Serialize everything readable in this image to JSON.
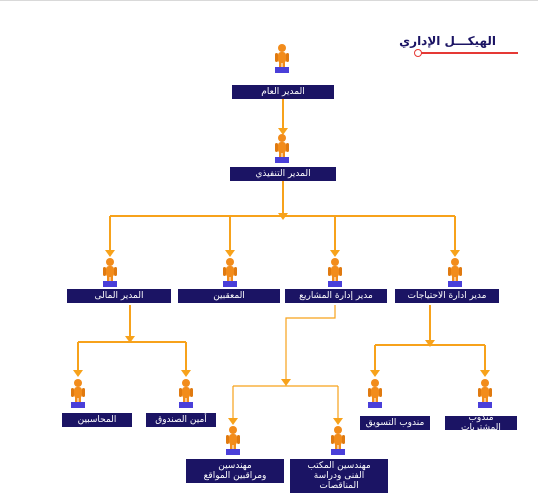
{
  "header": {
    "title": "الهيكـــل الإداري"
  },
  "boxes": {
    "general_manager": "المدير العام",
    "executive_manager": "المدير التنفيذي",
    "needs_manager": "مدير ادارة الاحتياجات",
    "projects_manager": "مدير إدارة المشاريع",
    "follow_up": "المعقبين",
    "finance_manager": "المدير المالى",
    "procurement_rep": "مندوب المشتريات",
    "marketing_rep": "مندوب التسويق",
    "office_engineers": "مهندسين المكتب\nالفنى ودراسة\nالمناقصات",
    "site_engineers": "مهندسين\nومراقبين المواقع",
    "cashier": "أمين الصندوق",
    "accountants": "المحاسبين"
  },
  "colors": {
    "box": "#1b1464",
    "connector": "#f7a21b",
    "person": "#f28c1b",
    "base": "#4a3fd9",
    "accent": "#e53935"
  },
  "icons": {
    "staff": "person-on-pedestal-icon"
  }
}
